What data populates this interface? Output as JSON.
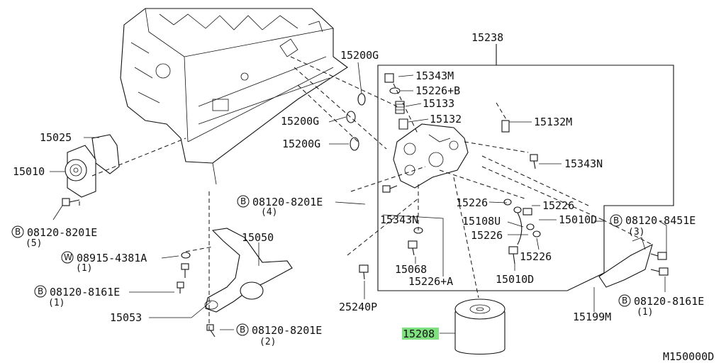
{
  "diagram": {
    "frame_label": "15238",
    "figure_code": "M150000D",
    "highlighted_part": "15208",
    "highlight_color": "#7ee07e",
    "labels": {
      "p15238": "15238",
      "p15200g_a": "15200G",
      "p15343m": "15343M",
      "p15226b": "15226+B",
      "p15133": "15133",
      "p15200g_b": "15200G",
      "p15132": "15132",
      "p15132m": "15132M",
      "p15200g_c": "15200G",
      "p15343n_r": "15343N",
      "p15025": "15025",
      "p15010": "15010",
      "p15226_a": "15226",
      "p15226_b": "15226",
      "b_8201e_a": "08120-8201E",
      "b_8201e_a_qty": "(4)",
      "p15343n_l": "15343N",
      "p15108u": "15108U",
      "p15010d_a": "15010D",
      "b_8451e": "08120-8451E",
      "b_8451e_qty": "(3)",
      "b_8201e_b": "08120-8201E",
      "b_8201e_b_qty": "(5)",
      "p15050": "15050",
      "p15226_c": "15226",
      "p15226_d": "15226",
      "w_4381a": "08915-4381A",
      "w_4381a_qty": "(1)",
      "p15068": "15068",
      "b_8161e_a": "08120-8161E",
      "b_8161e_a_qty": "(1)",
      "p15226a": "15226+A",
      "p15010d_b": "15010D",
      "b_8161e_b": "08120-8161E",
      "b_8161e_b_qty": "(1)",
      "p15053": "15053",
      "p25240p": "25240P",
      "p15199m": "15199M",
      "p15208": "15208",
      "b_8201e_c": "08120-8201E",
      "b_8201e_c_qty": "(2)",
      "sym_b": "B",
      "sym_w": "W"
    }
  }
}
